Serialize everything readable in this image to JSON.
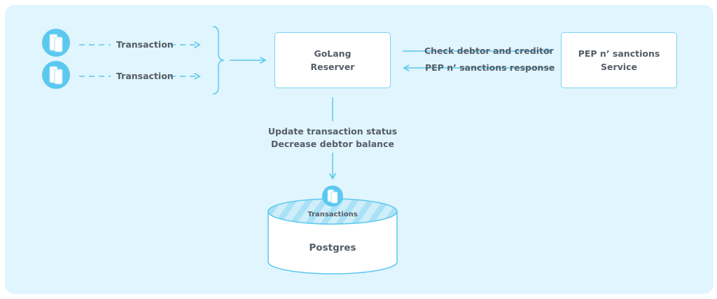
{
  "colors": {
    "background": "#e0f5fd",
    "accent": "#5bc8ef",
    "line": "#7fd3f1",
    "text": "#555d66",
    "box": "#ffffff"
  },
  "sources": [
    {
      "icon": "database-icon",
      "label": "Transaction"
    },
    {
      "icon": "database-icon",
      "label": "Transaction"
    }
  ],
  "reserver": {
    "line1": "GoLang",
    "line2": "Reserver"
  },
  "pep_service": {
    "line1": "PEP n’ sanctions",
    "line2": "Service"
  },
  "arrows": {
    "check": "Check debtor and creditor",
    "response": "PEP n’ sanctions response",
    "update_line1": "Update transaction status",
    "update_line2": "Decrease debtor balance"
  },
  "database": {
    "table_label": "Transactions",
    "name": "Postgres"
  }
}
